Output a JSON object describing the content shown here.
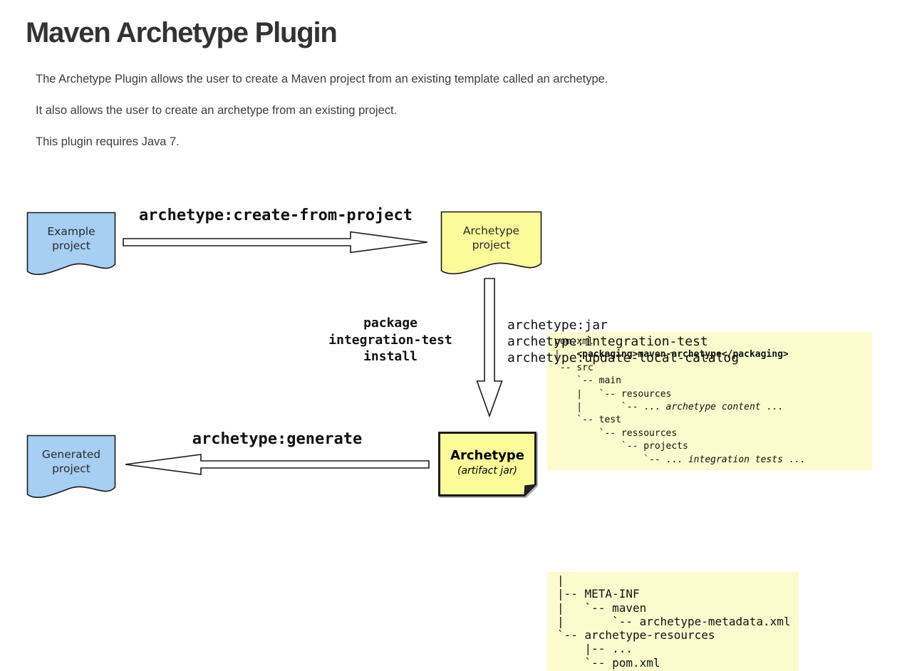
{
  "page": {
    "title": "Maven Archetype Plugin",
    "paragraphs": [
      "The Archetype Plugin allows the user to create a Maven project from an existing template called an archetype.",
      "It also allows the user to create an archetype from an existing project.",
      "This plugin requires Java 7."
    ]
  },
  "diagram": {
    "nodes": {
      "example_project": {
        "line1": "Example",
        "line2": "project"
      },
      "archetype_project": {
        "line1": "Archetype",
        "line2": "project"
      },
      "generated_project": {
        "line1": "Generated",
        "line2": "project"
      },
      "archetype_artifact": {
        "title": "Archetype",
        "subtitle": "(artifact jar)"
      }
    },
    "labels": {
      "create_from_project": "archetype:create-from-project",
      "generate": "archetype:generate",
      "phases": [
        "package",
        "integration-test",
        "install"
      ],
      "goals": [
        "archetype:jar",
        "archetype:integration-test",
        "archetype:update-local-catalog"
      ]
    },
    "trees": {
      "archetype_project_tree": {
        "lines": [
          [
            {
              "t": "pom.xml"
            }
          ],
          [
            {
              "t": "|   "
            },
            {
              "t": "<packaging>maven-archetype</packaging>",
              "b": true
            }
          ],
          [
            {
              "t": "`-- src"
            }
          ],
          [
            {
              "t": "    `-- main"
            }
          ],
          [
            {
              "t": "    |   `-- resources"
            }
          ],
          [
            {
              "t": "    |       `-- ... "
            },
            {
              "t": "archetype content",
              "i": true
            },
            {
              "t": " ..."
            }
          ],
          [
            {
              "t": "    `-- test"
            }
          ],
          [
            {
              "t": "        `-- ressources"
            }
          ],
          [
            {
              "t": "            `-- projects"
            }
          ],
          [
            {
              "t": "                `-- ... "
            },
            {
              "t": "integration tests",
              "i": true
            },
            {
              "t": " ..."
            }
          ]
        ]
      },
      "archetype_jar_tree": {
        "lines": [
          [
            {
              "t": "|"
            }
          ],
          [
            {
              "t": "|-- META-INF"
            }
          ],
          [
            {
              "t": "|   `-- maven"
            }
          ],
          [
            {
              "t": "|       `-- archetype-metadata.xml"
            }
          ],
          [
            {
              "t": "`-- archetype-resources"
            }
          ],
          [
            {
              "t": "    |-- ..."
            }
          ],
          [
            {
              "t": "    `-- pom.xml"
            }
          ]
        ]
      }
    },
    "colors": {
      "project_node_fill": "#a7cef3",
      "archetype_node_fill": "#fbfb9b",
      "tree_block_bg": "#fbfbcd",
      "stroke": "#1a1a1a",
      "arrow_fill": "#ffffff"
    }
  }
}
